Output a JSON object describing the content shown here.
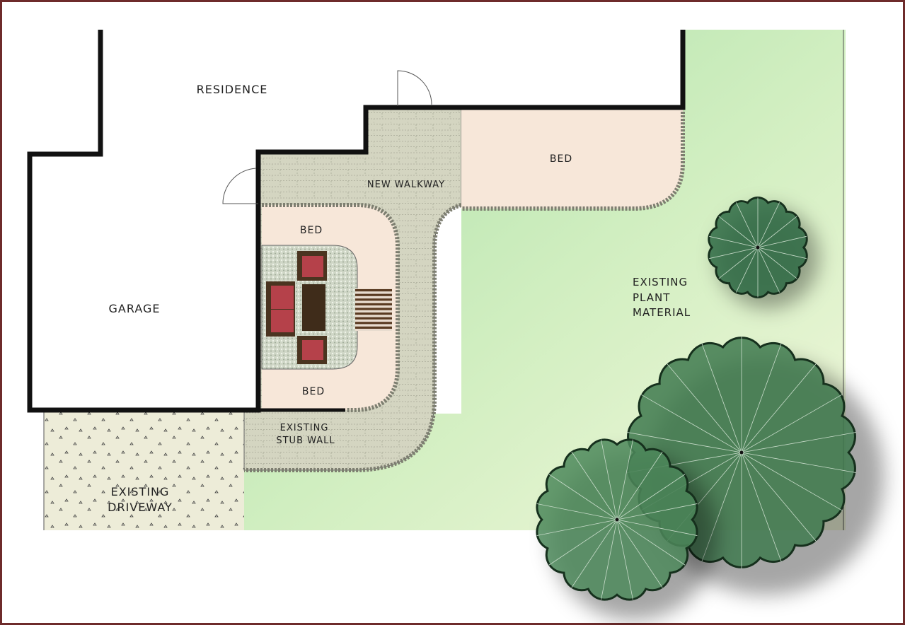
{
  "labels": {
    "residence": "RESIDENCE",
    "garage": "GARAGE",
    "new_walkway": "NEW WALKWAY",
    "bed_top_right": "BED",
    "bed_upper": "BED",
    "bed_lower": "BED",
    "stub_wall": [
      "EXISTING",
      "STUB WALL"
    ],
    "driveway": [
      "EXISTING",
      "DRIVEWAY"
    ],
    "plant_material": [
      "EXISTING",
      "PLANT",
      "MATERIAL"
    ]
  },
  "colors": {
    "frame": "#6e2b2b",
    "wall": "#111111",
    "lawn": "#bfe6b8",
    "paver": "#d3d3bf",
    "bed": "#f6e6d8",
    "gravel": "#c9d2c3",
    "driveway": "#ecebd6",
    "tree": "#3f7a4f",
    "cushion": "#b5414a",
    "wood": "#4a3420"
  }
}
